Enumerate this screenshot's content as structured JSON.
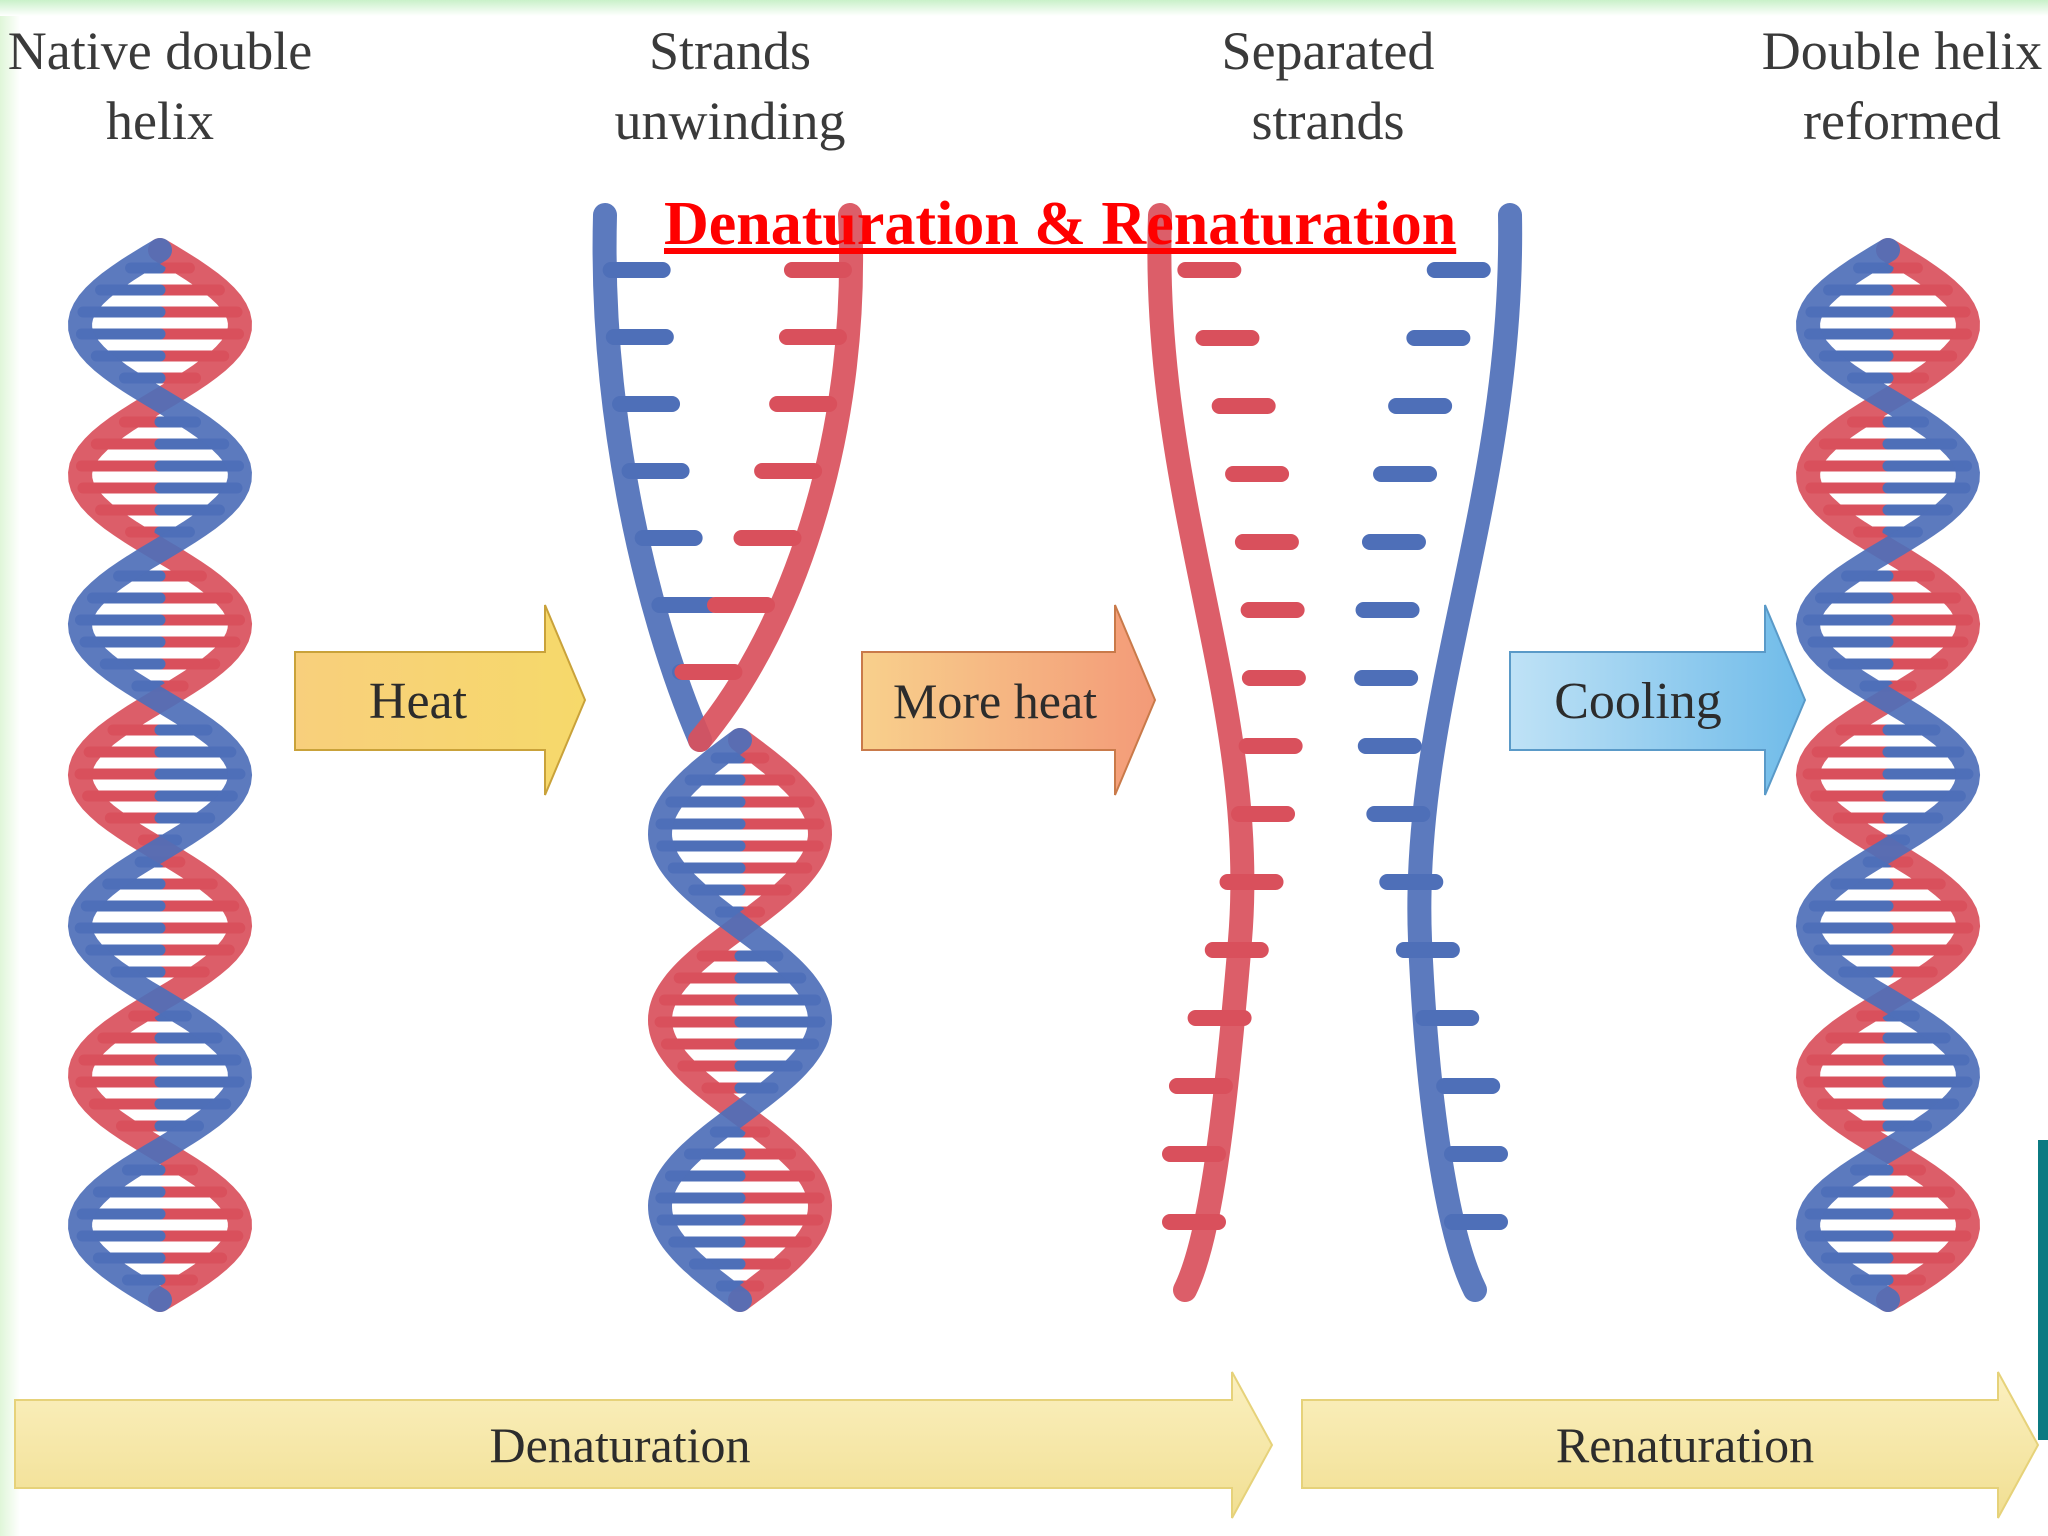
{
  "title": "Denaturation & Renaturation",
  "stages": [
    {
      "label": "Native double\nhelix"
    },
    {
      "label": "Strands\nunwinding"
    },
    {
      "label": "Separated\nstrands"
    },
    {
      "label": "Double helix\nreformed"
    }
  ],
  "arrows": [
    {
      "label": "Heat",
      "color": "#f6d27a"
    },
    {
      "label": "More heat",
      "color": "#f7b07e"
    },
    {
      "label": "Cooling",
      "color": "#8ccbee"
    }
  ],
  "process_bar": [
    {
      "label": "Denaturation"
    },
    {
      "label": "Renaturation"
    }
  ],
  "colors": {
    "strand_red": "#d9505c",
    "strand_blue": "#4e6fb8",
    "title_red": "#ff0000",
    "bar_yellow": "#f5e7a8"
  }
}
